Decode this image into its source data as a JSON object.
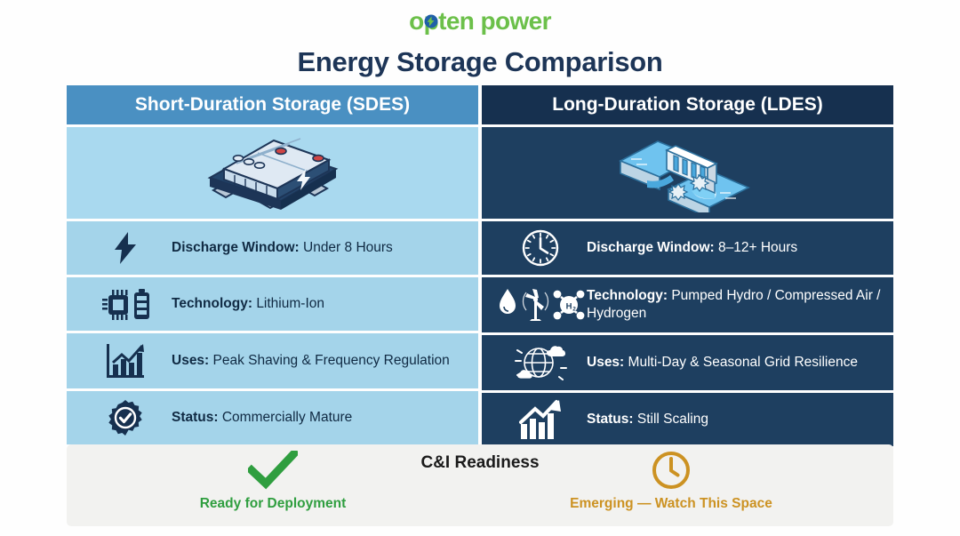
{
  "brand": {
    "name_part1": "o",
    "name_part2": "ten power",
    "bolt_icon": "lightning-bolt-icon",
    "green": "#6cc04a",
    "badge_blue": "#1f5fa8"
  },
  "page_title": "Energy Storage Comparison",
  "columns": [
    {
      "id": "sdes",
      "header": "Short-Duration Storage (SDES)",
      "hero_icon": "battery-pack-illustration",
      "header_bg": "#4a90c2",
      "body_bg": "#a4d4ea",
      "rows": [
        {
          "icon": "lightning-bolt-icon",
          "label": "Discharge Window:",
          "value": "Under 8 Hours"
        },
        {
          "icon": "chip-battery-icon",
          "label": "Technology:",
          "value": "Lithium-Ion"
        },
        {
          "icon": "bar-chart-growth-icon",
          "label": "Uses:",
          "value": "Peak Shaving & Frequency Regulation"
        },
        {
          "icon": "check-badge-icon",
          "label": "Status:",
          "value": "Commercially Mature"
        }
      ]
    },
    {
      "id": "ldes",
      "header": "Long-Duration Storage (LDES)",
      "hero_icon": "hydro-dam-illustration",
      "header_bg": "#16304f",
      "body_bg": "#1e3f60",
      "rows": [
        {
          "icon": "clock-icon",
          "label": "Discharge Window:",
          "value": "8–12+ Hours"
        },
        {
          "icon": "droplet-turbine-hydrogen-icon",
          "label": "Technology:",
          "value": "Pumped Hydro / Compressed Air / Hydrogen"
        },
        {
          "icon": "globe-cloud-sun-icon",
          "label": "Uses:",
          "value": "Multi-Day & Seasonal Grid Resilience"
        },
        {
          "icon": "growth-arrow-chart-icon",
          "label": "Status:",
          "value": "Still Scaling"
        }
      ]
    }
  ],
  "footer": {
    "title": "C&I Readiness",
    "left": {
      "icon": "green-check-icon",
      "label": "Ready for Deployment",
      "color": "#2f9e3f"
    },
    "right": {
      "icon": "orange-clock-icon",
      "label": "Emerging — Watch This Space",
      "color": "#cc9222"
    }
  }
}
